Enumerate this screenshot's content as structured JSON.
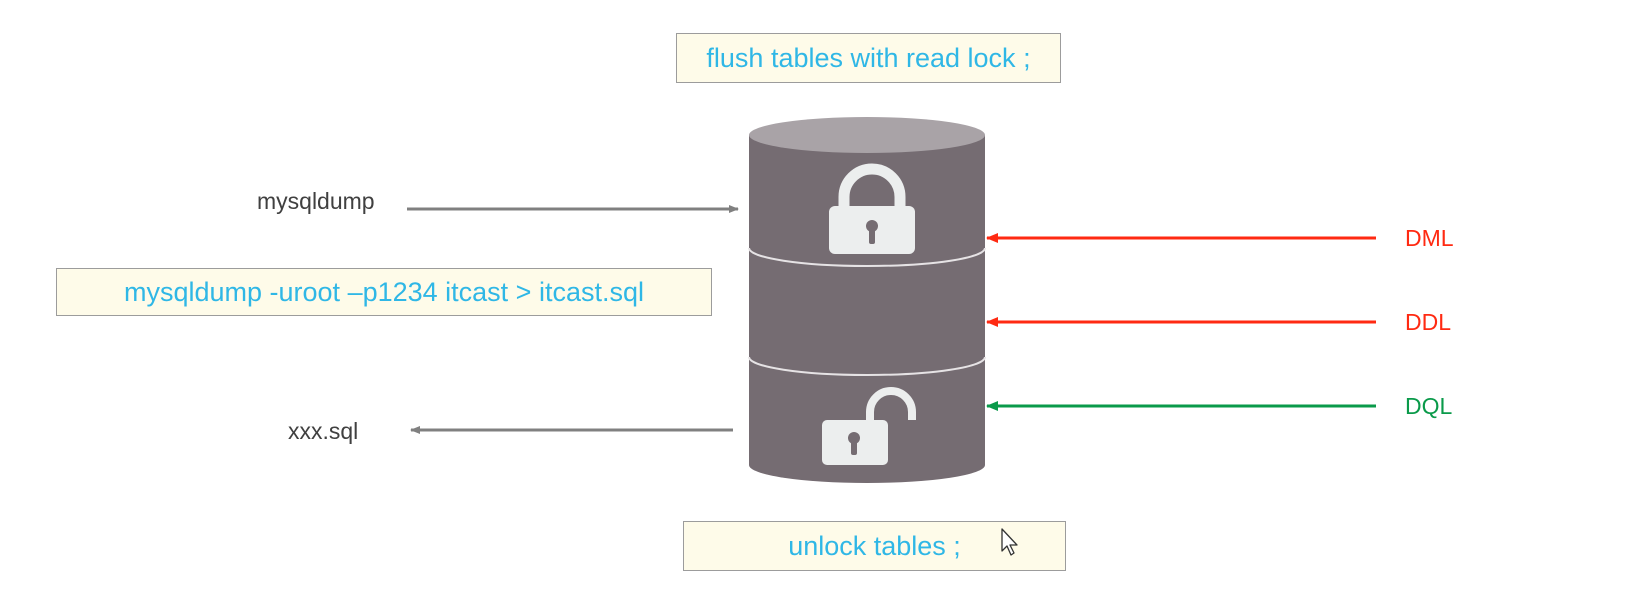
{
  "commands": {
    "lock": "flush tables with read lock ;",
    "dump": "mysqldump  -uroot –p1234  itcast > itcast.sql",
    "unlock": "unlock tables ;"
  },
  "labels": {
    "mysqldump": "mysqldump",
    "output_file": "xxx.sql"
  },
  "operations": [
    {
      "label": "DML",
      "color": "#ff2a12"
    },
    {
      "label": "DDL",
      "color": "#ff2a12"
    },
    {
      "label": "DQL",
      "color": "#0a9a4a"
    }
  ],
  "colors": {
    "db_body": "#756c72",
    "db_top": "#a9a3a7",
    "db_divider": "#e6e3e5",
    "lock_fill": "#eceeee",
    "arrow_gray": "#808080",
    "command_text": "#2fb7e6",
    "box_fill": "#fefbe9"
  },
  "icons": [
    "lock-closed-icon",
    "lock-open-icon",
    "cursor-icon"
  ]
}
